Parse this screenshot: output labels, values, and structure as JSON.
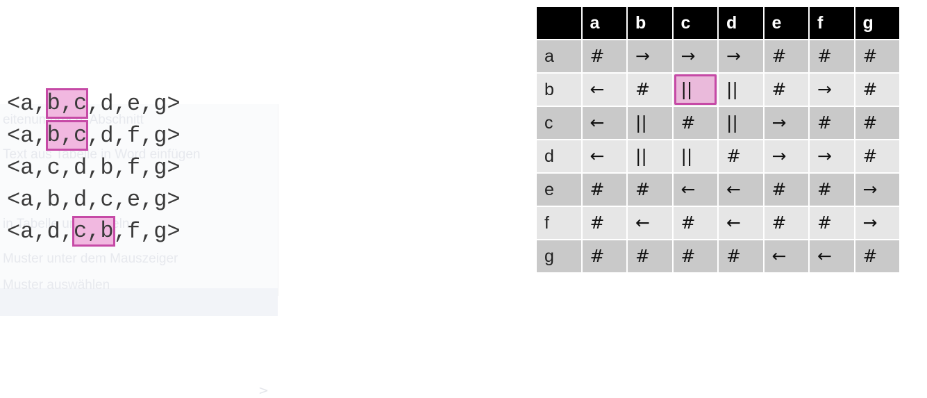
{
  "background_ghost": {
    "lines": [
      "eitenumbruch, Abschnitt",
      "Text aus Tabelle in Word einfügen",
      "in Tabelle umwandeln",
      "Muster unter dem Mauszeiger",
      "Muster auswählen"
    ],
    "arrow": ">"
  },
  "sequences": [
    {
      "parts": [
        {
          "text": "<a,",
          "highlight": false
        },
        {
          "text": "b,c",
          "highlight": true
        },
        {
          "text": ",d,e,g>",
          "highlight": false
        }
      ]
    },
    {
      "parts": [
        {
          "text": "<a,",
          "highlight": false
        },
        {
          "text": "b,c",
          "highlight": true
        },
        {
          "text": ",d,f,g>",
          "highlight": false
        }
      ]
    },
    {
      "parts": [
        {
          "text": "<a,c,d,b,f,g>",
          "highlight": false
        }
      ]
    },
    {
      "parts": [
        {
          "text": "<a,b,d,c,e,g>",
          "highlight": false
        }
      ]
    },
    {
      "parts": [
        {
          "text": "<a,d,",
          "highlight": false
        },
        {
          "text": "c,b",
          "highlight": true
        },
        {
          "text": ",f,g>",
          "highlight": false
        }
      ]
    }
  ],
  "matrix": {
    "header": [
      "a",
      "b",
      "c",
      "d",
      "e",
      "f",
      "g"
    ],
    "rows": [
      {
        "label": "a",
        "cells": [
          "#",
          "→",
          "→",
          "→",
          "#",
          "#",
          "#"
        ]
      },
      {
        "label": "b",
        "cells": [
          "←",
          "#",
          "||",
          "||",
          "#",
          "→",
          "#"
        ]
      },
      {
        "label": "c",
        "cells": [
          "←",
          "||",
          "#",
          "||",
          "→",
          "#",
          "#"
        ]
      },
      {
        "label": "d",
        "cells": [
          "←",
          "||",
          "||",
          "#",
          "→",
          "→",
          "#"
        ]
      },
      {
        "label": "e",
        "cells": [
          "#",
          "#",
          "←",
          "←",
          "#",
          "#",
          "→"
        ]
      },
      {
        "label": "f",
        "cells": [
          "#",
          "←",
          "#",
          "←",
          "#",
          "#",
          "→"
        ]
      },
      {
        "label": "g",
        "cells": [
          "#",
          "#",
          "#",
          "#",
          "←",
          "←",
          "#"
        ]
      }
    ],
    "highlighted_cell": {
      "row": "b",
      "col": "c"
    }
  },
  "colors": {
    "highlight_fill": "#f1b8e0",
    "highlight_border": "#c64aa6",
    "header_bg": "#000000",
    "row_dark": "#c9c9c9",
    "row_light": "#e6e6e6"
  }
}
